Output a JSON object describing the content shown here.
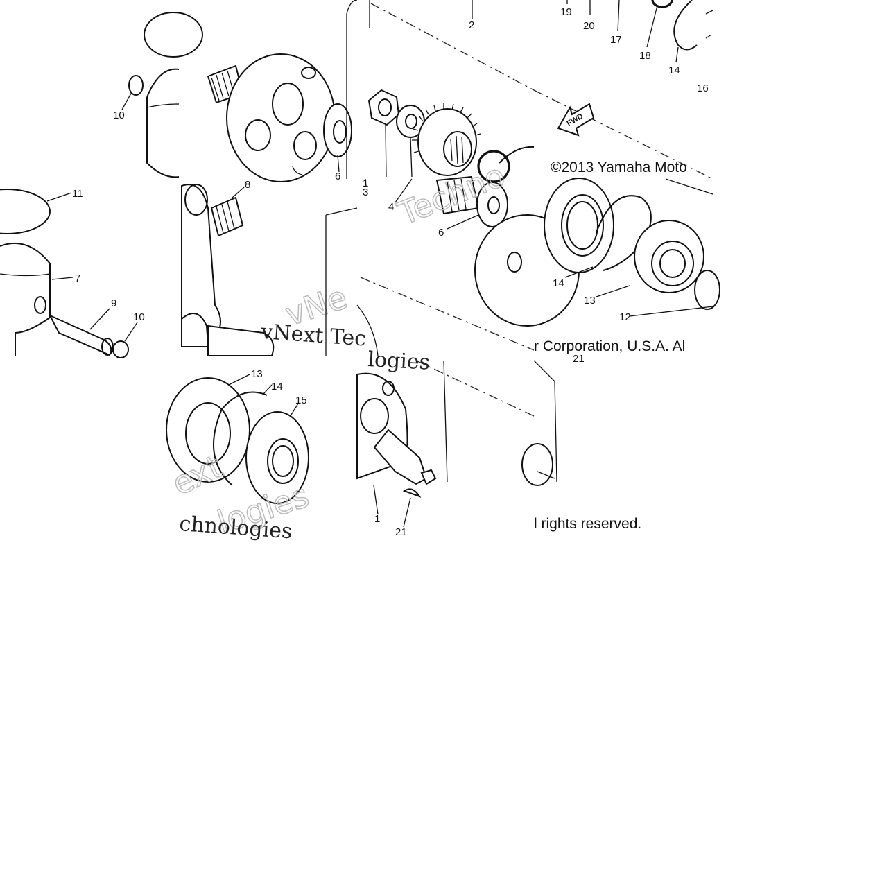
{
  "copyright": {
    "line1": "©2013 Yamaha Moto",
    "line2": "r Corporation, U.S.A. Al",
    "line3": "l rights reserved."
  },
  "watermark": {
    "serif_1": "vNext Tec",
    "serif_2": "logies",
    "serif_3": "chnologies",
    "outline_1": "Techno",
    "outline_2": "vNe",
    "outline_3": "ext",
    "outline_4": "logies"
  },
  "fwd_label": "FWD",
  "callouts": {
    "c1a": "1",
    "c1b": "1",
    "c2": "2",
    "c3": "3",
    "c4": "4",
    "c6a": "6",
    "c6b": "6",
    "c7": "7",
    "c8": "8",
    "c9": "9",
    "c10a": "10",
    "c10b": "10",
    "c11": "11",
    "c12": "12",
    "c13a": "13",
    "c13b": "13",
    "c14a": "14",
    "c14b": "14",
    "c14c": "14",
    "c15": "15",
    "c16": "16",
    "c17": "17",
    "c18": "18",
    "c19": "19",
    "c20": "20",
    "c21a": "21",
    "c21b": "21"
  }
}
